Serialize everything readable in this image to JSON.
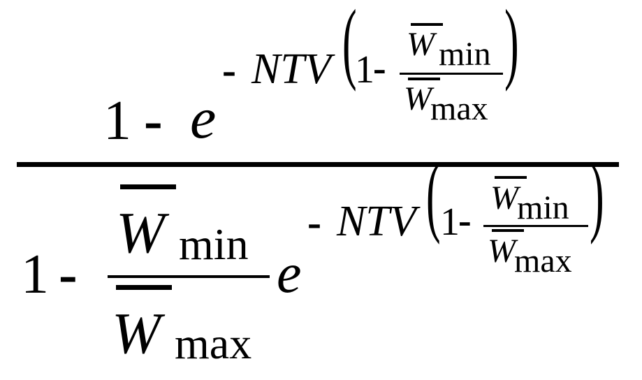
{
  "formula": {
    "numerator": {
      "one": "1",
      "minus": "-",
      "base": "e",
      "exponent": {
        "minus": "-",
        "ntv": "NTV",
        "open_paren": "(",
        "close_paren": ")",
        "one": "1",
        "inner_minus": "-",
        "ratio": {
          "num_var": "W",
          "num_sub": "min",
          "den_var": "W",
          "den_sub": "max"
        }
      }
    },
    "denominator": {
      "one": "1",
      "minus": "-",
      "ratio": {
        "num_var": "W",
        "num_sub": "min",
        "den_var": "W",
        "den_sub": "max"
      },
      "base": "e",
      "exponent": {
        "minus": "-",
        "ntv": "NTV",
        "open_paren": "(",
        "close_paren": ")",
        "one": "1",
        "inner_minus": "-",
        "ratio": {
          "num_var": "W",
          "num_sub": "min",
          "den_var": "W",
          "den_sub": "max"
        }
      }
    }
  }
}
